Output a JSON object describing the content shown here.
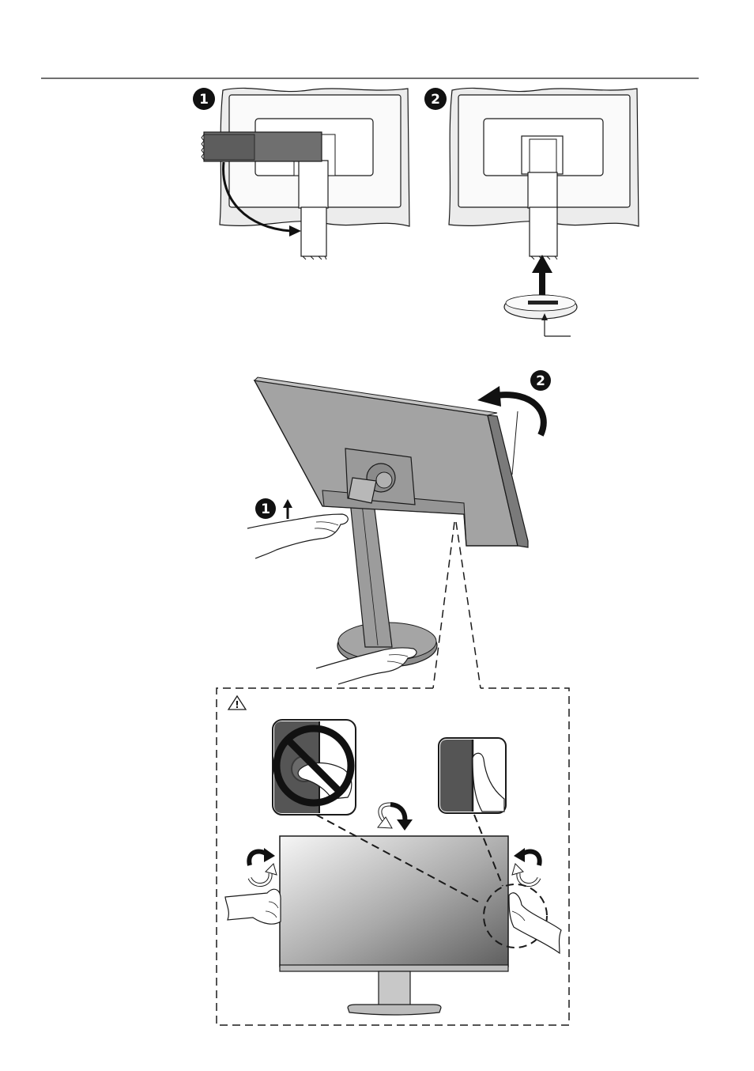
{
  "install_steps": [
    {
      "number": "1"
    },
    {
      "number": "2"
    }
  ],
  "tilt_steps": {
    "lift_step": "1",
    "rotate_step": "2"
  },
  "caution": {
    "symbol": "!"
  },
  "icons": [
    "cover-slide-arrow-icon",
    "insert-arrow-icon",
    "lift-arrow-icon",
    "rotate-arrow-icon",
    "warning-icon",
    "prohibited-icon",
    "rotate-screen-arrow-icon"
  ],
  "colors": {
    "ink": "#1a1a1a",
    "panel_gray": "#a3a3a3",
    "cover_gray": "#6f6f6f",
    "outline_fill": "#ececec",
    "icon_dark": "#555555"
  }
}
